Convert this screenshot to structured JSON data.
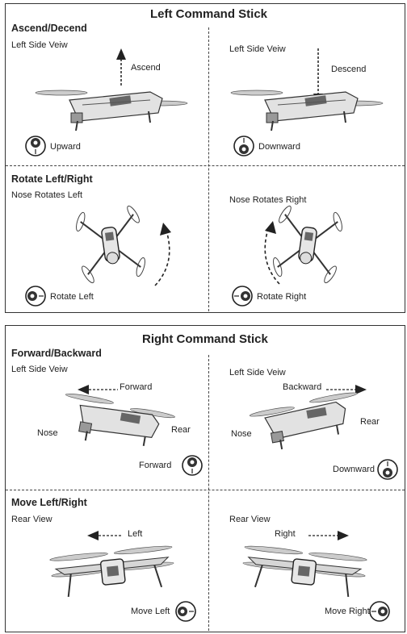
{
  "left_stick": {
    "title": "Left Command Stick",
    "ascend_descend": {
      "heading": "Ascend/Decend",
      "left": {
        "view": "Left Side Veiw",
        "arrow_label": "Ascend",
        "stick_label": "Upward"
      },
      "right": {
        "view": "Left Side Veiw",
        "arrow_label": "Descend",
        "stick_label": "Downward"
      }
    },
    "rotate": {
      "heading": "Rotate Left/Right",
      "left": {
        "caption": "Nose Rotates Left",
        "stick_label": "Rotate Left"
      },
      "right": {
        "caption": "Nose Rotates Right",
        "stick_label": "Rotate Right"
      }
    }
  },
  "right_stick": {
    "title": "Right Command Stick",
    "forward_backward": {
      "heading": "Forward/Backward",
      "left": {
        "view": "Left Side Veiw",
        "arrow_label": "Forward",
        "nose": "Nose",
        "rear": "Rear",
        "stick_label": "Forward"
      },
      "right": {
        "view": "Left Side Veiw",
        "arrow_label": "Backward",
        "nose": "Nose",
        "rear": "Rear",
        "stick_label": "Downward"
      }
    },
    "move": {
      "heading": "Move Left/Right",
      "left": {
        "view": "Rear View",
        "arrow_label": "Left",
        "stick_label": "Move Left"
      },
      "right": {
        "view": "Rear View",
        "arrow_label": "Right",
        "stick_label": "Move Right"
      }
    }
  }
}
